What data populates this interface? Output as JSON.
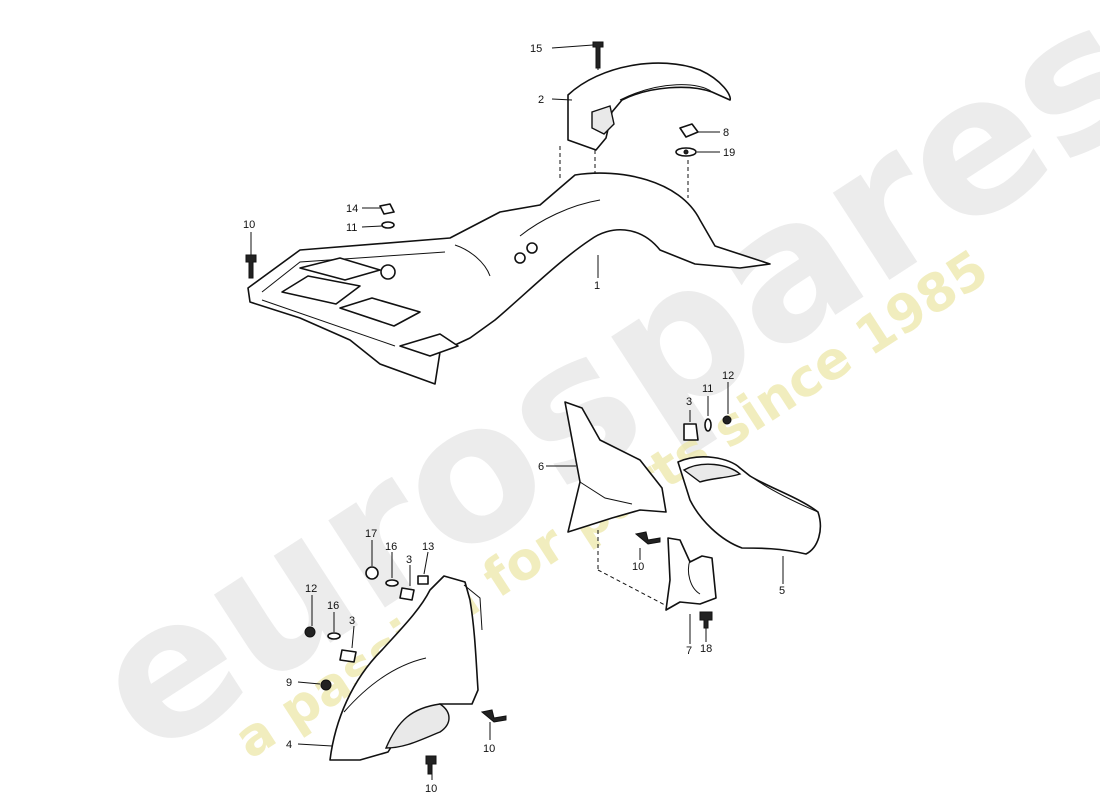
{
  "watermark": {
    "brand": "eurospares",
    "tagline": "a passion for parts since 1985",
    "brand_color": "#c8c8c8",
    "tagline_color": "#ece7a8"
  },
  "callouts": {
    "c1": "1",
    "c2": "2",
    "c3a": "3",
    "c3b": "3",
    "c3c": "3",
    "c4": "4",
    "c5": "5",
    "c6": "6",
    "c7": "7",
    "c8": "8",
    "c9": "9",
    "c10a": "10",
    "c10b": "10",
    "c10c": "10",
    "c10d": "10",
    "c11a": "11",
    "c11b": "11",
    "c12a": "12",
    "c12b": "12",
    "c13": "13",
    "c14": "14",
    "c15": "15",
    "c16a": "16",
    "c16b": "16",
    "c17": "17",
    "c18": "18",
    "c19": "19"
  }
}
